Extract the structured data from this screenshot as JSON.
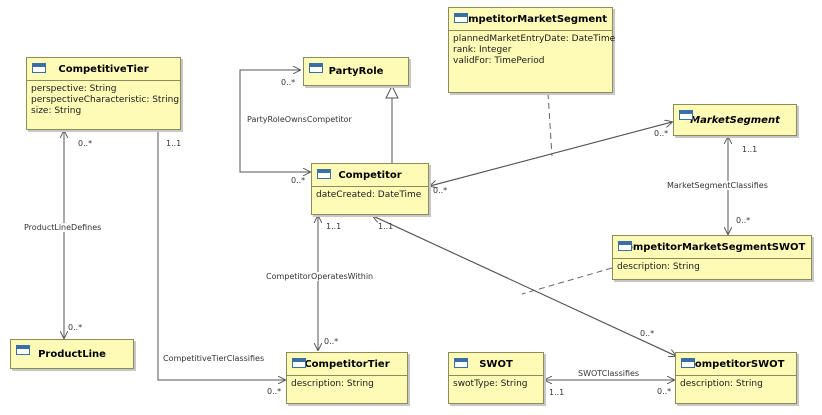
{
  "classes": {
    "competitive_tier": {
      "name": "CompetitiveTier",
      "attrs": [
        "perspective: String",
        "perspectiveCharacteristic: String",
        "size: String"
      ]
    },
    "product_line": {
      "name": "ProductLine",
      "attrs": []
    },
    "party_role": {
      "name": "PartyRole",
      "attrs": []
    },
    "competitor": {
      "name": "Competitor",
      "attrs": [
        "dateCreated: DateTime"
      ]
    },
    "competitor_tier": {
      "name": "CompetitorTier",
      "attrs": [
        "description: String"
      ]
    },
    "competitor_market_segment": {
      "name": "CompetitorMarketSegment",
      "attrs": [
        "plannedMarketEntryDate: DateTime",
        "rank: Integer",
        "validFor: TimePeriod"
      ]
    },
    "market_segment": {
      "name": "MarketSegment",
      "attrs": []
    },
    "competitor_market_segment_swot": {
      "name": "CompetitorMarketSegmentSWOT",
      "attrs": [
        "description: String"
      ]
    },
    "swot": {
      "name": "SWOT",
      "attrs": [
        "swotType: String"
      ]
    },
    "competitor_swot": {
      "name": "CompetitorSWOT",
      "attrs": [
        "description: String"
      ]
    }
  },
  "associations": {
    "product_line_defines": "ProductLineDefines",
    "party_role_owns_competitor": "PartyRoleOwnsCompetitor",
    "competitor_operates_within": "CompetitorOperatesWithin",
    "competitive_tier_classifies": "CompetitiveTierClassifies",
    "market_segment_classifies": "MarketSegmentClassifies",
    "swot_classifies": "SWOTClassifies"
  },
  "multiplicities": {
    "ct_zero_many": "0..*",
    "ct_one": "1..1",
    "pl_zero_many": "0..*",
    "pr_zero_many": "0..*",
    "comp_self_zero_many": "0..*",
    "comp_ms_zero_many": "0..*",
    "comp_one_a": "1..1",
    "comp_one_b": "1..1",
    "ctier_zero_many_top": "0..*",
    "ctier_zero_many_left": "0..*",
    "ms_zero_many": "0..*",
    "ms_one": "1..1",
    "cmsswot_zero_many": "0..*",
    "swot_one": "1..1",
    "cswot_zero_many_left": "0..*",
    "cswot_zero_many_top": "0..*"
  }
}
